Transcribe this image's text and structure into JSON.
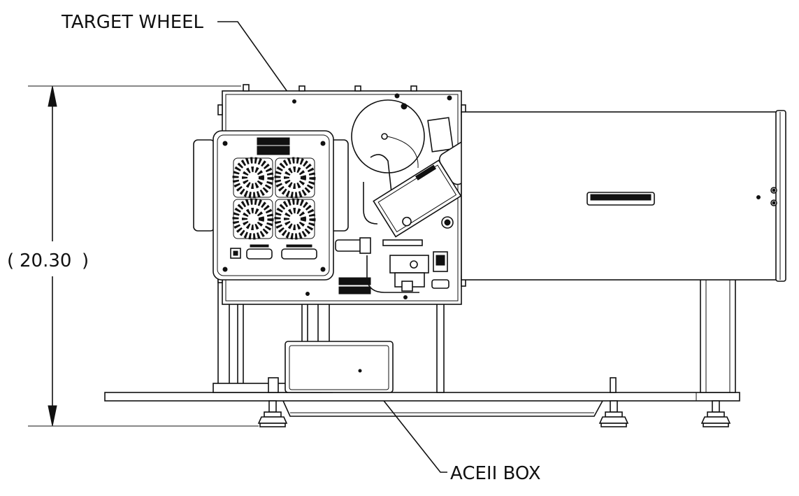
{
  "callouts": {
    "top": "TARGET WHEEL",
    "bottom": "ACEII BOX"
  },
  "dimension": {
    "value": "20.30",
    "open": "(",
    "close": ")"
  }
}
